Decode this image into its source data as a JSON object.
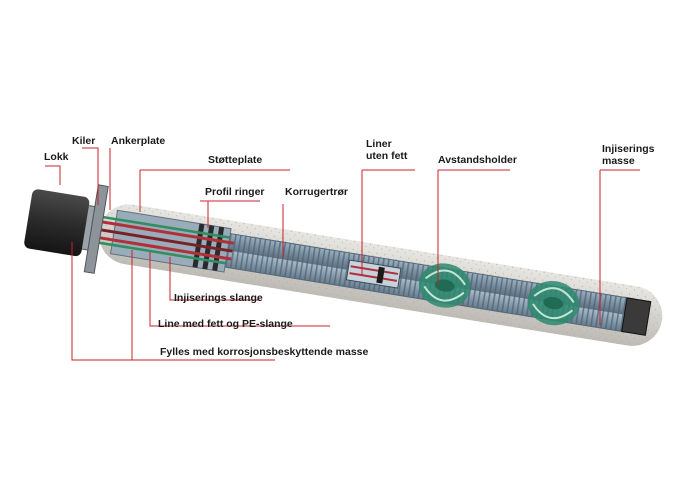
{
  "labels": {
    "lokk": "Lokk",
    "kiler": "Kiler",
    "ankerplate": "Ankerplate",
    "stotteplate": "Støtteplate",
    "profil_ringer": "Profil ringer",
    "korrugertror": "Korrugertrør",
    "liner_uten_fett": [
      "Liner",
      "uten fett"
    ],
    "avstandsholder": "Avstandsholder",
    "injiserings_masse": [
      "Injiserings",
      "masse"
    ],
    "injiserings_slange": "Injiserings slange",
    "line_med_fett": "Line med fett og PE-slange",
    "fylles": "Fylles med korrosjonsbeskyttende masse"
  },
  "colors": {
    "leader_line": "#c8202a",
    "label_text": "#1a1a1a",
    "borehole": "#d9d7d3",
    "corrugated_tube": "#8fa5b5",
    "spacer": "#2e8a6e",
    "cap": "#2b2b2b",
    "strand_red": "#b0303a",
    "strand_green": "#2f8f5e"
  }
}
